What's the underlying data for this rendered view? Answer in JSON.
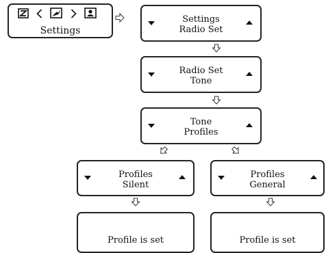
{
  "home": {
    "title": "Settings",
    "icons": [
      "edit-icon",
      "chevron-left-icon",
      "settings-icon",
      "chevron-right-icon",
      "contacts-icon"
    ]
  },
  "steps": {
    "settings_radio_set": {
      "line1": "Settings",
      "line2": "Radio Set"
    },
    "radio_set_tone": {
      "line1": "Radio Set",
      "line2": "Tone"
    },
    "tone_profiles": {
      "line1": "Tone",
      "line2": "Profiles"
    },
    "profiles_silent": {
      "line1": "Profiles",
      "line2": "Silent"
    },
    "profiles_general": {
      "line1": "Profiles",
      "line2": "General"
    }
  },
  "results": {
    "silent": "Profile is set",
    "general": "Profile is set"
  }
}
